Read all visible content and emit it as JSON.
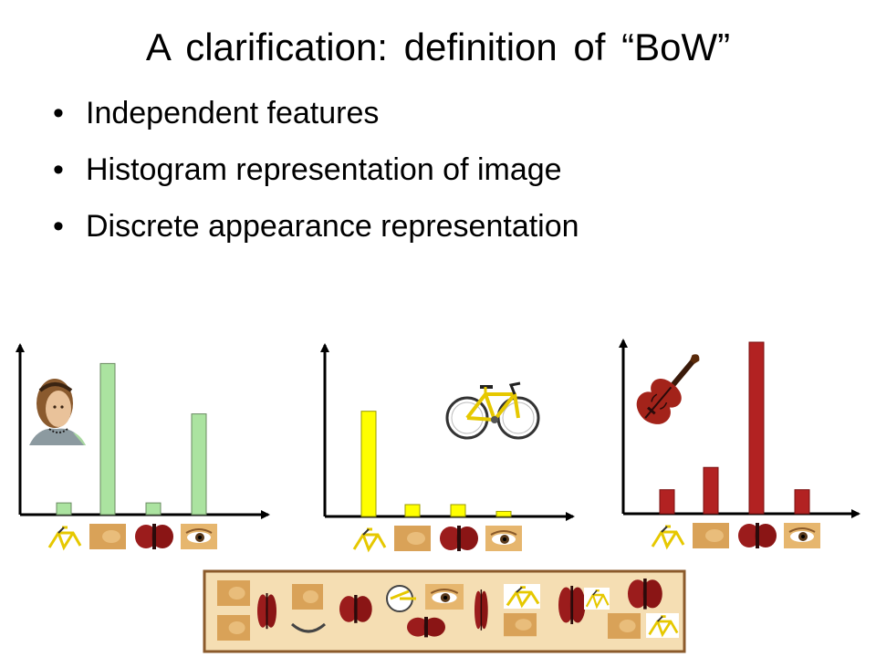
{
  "slide": {
    "title": "A clarification:  definition of “BoW”",
    "bullets": [
      "Independent features",
      "Histogram representation of image",
      "Discrete appearance representation"
    ]
  },
  "chart_data": [
    {
      "type": "bar",
      "categories": [
        "bike-patch",
        "face-patch",
        "violin-patch",
        "eye-patch"
      ],
      "values": [
        0.07,
        0.9,
        0.07,
        0.6
      ],
      "color": "#abe3a0",
      "example_object": "woman-portrait"
    },
    {
      "type": "bar",
      "categories": [
        "bike-patch",
        "face-patch",
        "violin-patch",
        "eye-patch"
      ],
      "values": [
        0.62,
        0.07,
        0.07,
        0.03
      ],
      "color": "#ffff00",
      "example_object": "bicycle"
    },
    {
      "type": "bar",
      "categories": [
        "bike-patch",
        "face-patch",
        "violin-patch",
        "eye-patch"
      ],
      "values": [
        0.14,
        0.27,
        1.0,
        0.14
      ],
      "color": "#b22222",
      "example_object": "violin"
    }
  ],
  "colors": {
    "codebook_border": "#8b5a2b",
    "codebook_fill": "#f5deb3",
    "skin": "#e6b66e",
    "violin": "#9b1c1c",
    "bike": "#e6c800"
  }
}
